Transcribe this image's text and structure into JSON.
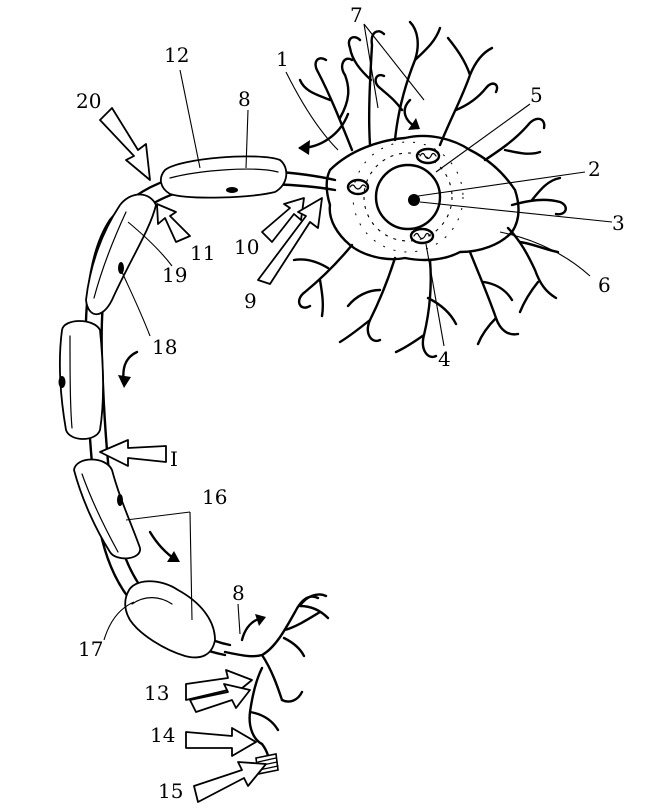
{
  "labels": {
    "l1": "1",
    "l2": "2",
    "l3": "3",
    "l4": "4",
    "l5": "5",
    "l6": "6",
    "l7": "7",
    "l8a": "8",
    "l8b": "8",
    "l9": "9",
    "l10": "10",
    "l11": "11",
    "l12": "12",
    "l13": "13",
    "l14": "14",
    "l15": "15",
    "l16": "16",
    "l17": "17",
    "l18": "18",
    "l19": "19",
    "l20": "20",
    "lI": "I"
  }
}
